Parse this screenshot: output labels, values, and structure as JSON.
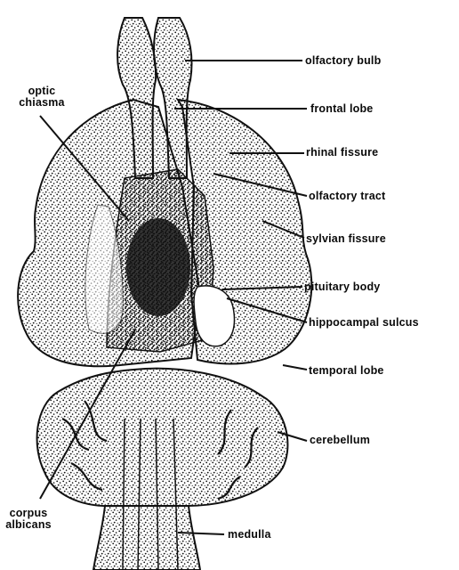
{
  "labels": {
    "olfactory_bulb": "olfactory bulb",
    "frontal_lobe": "frontal lobe",
    "rhinal_fissure": "rhinal fissure",
    "olfactory_tract": "olfactory tract",
    "sylvian_fissure": "sylvian fissure",
    "pituitary_body": "pituitary body",
    "hippocampal_sulcus": "hippocampal sulcus",
    "temporal_lobe": "temporal lobe",
    "cerebellum": "cerebellum",
    "medulla": "medulla",
    "optic_chiasma_1": "optic",
    "optic_chiasma_2": "chiasma",
    "corpus_albicans_1": "corpus",
    "corpus_albicans_2": "albicans"
  },
  "colors": {
    "ink": "#0a0a0a",
    "paper": "#ffffff"
  }
}
